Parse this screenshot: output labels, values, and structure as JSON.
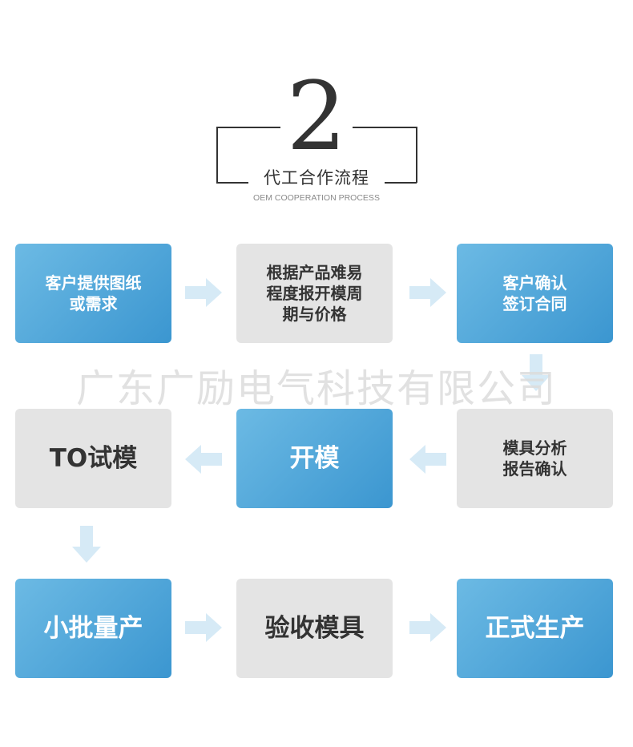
{
  "header": {
    "number": "2",
    "title": "代工合作流程",
    "subtitle": "OEM COOPERATION PROCESS"
  },
  "watermark": "广东广励电气科技有限公司",
  "steps": [
    {
      "label": "客户提供图纸\n或需求"
    },
    {
      "label": "根据产品难易\n程度报开模周\n期与价格"
    },
    {
      "label": "客户确认\n签订合同"
    },
    {
      "label": "模具分析\n报告确认"
    },
    {
      "label": "开模"
    },
    {
      "label": "TO试模"
    },
    {
      "label": "小批量产"
    },
    {
      "label": "验收模具"
    },
    {
      "label": "正式生产"
    }
  ],
  "colors": {
    "blue_start": "#6cbae4",
    "blue_end": "#3b96d0",
    "gray_box": "#e4e4e4",
    "arrow": "#d6eaf6",
    "text_dark": "#333333"
  }
}
